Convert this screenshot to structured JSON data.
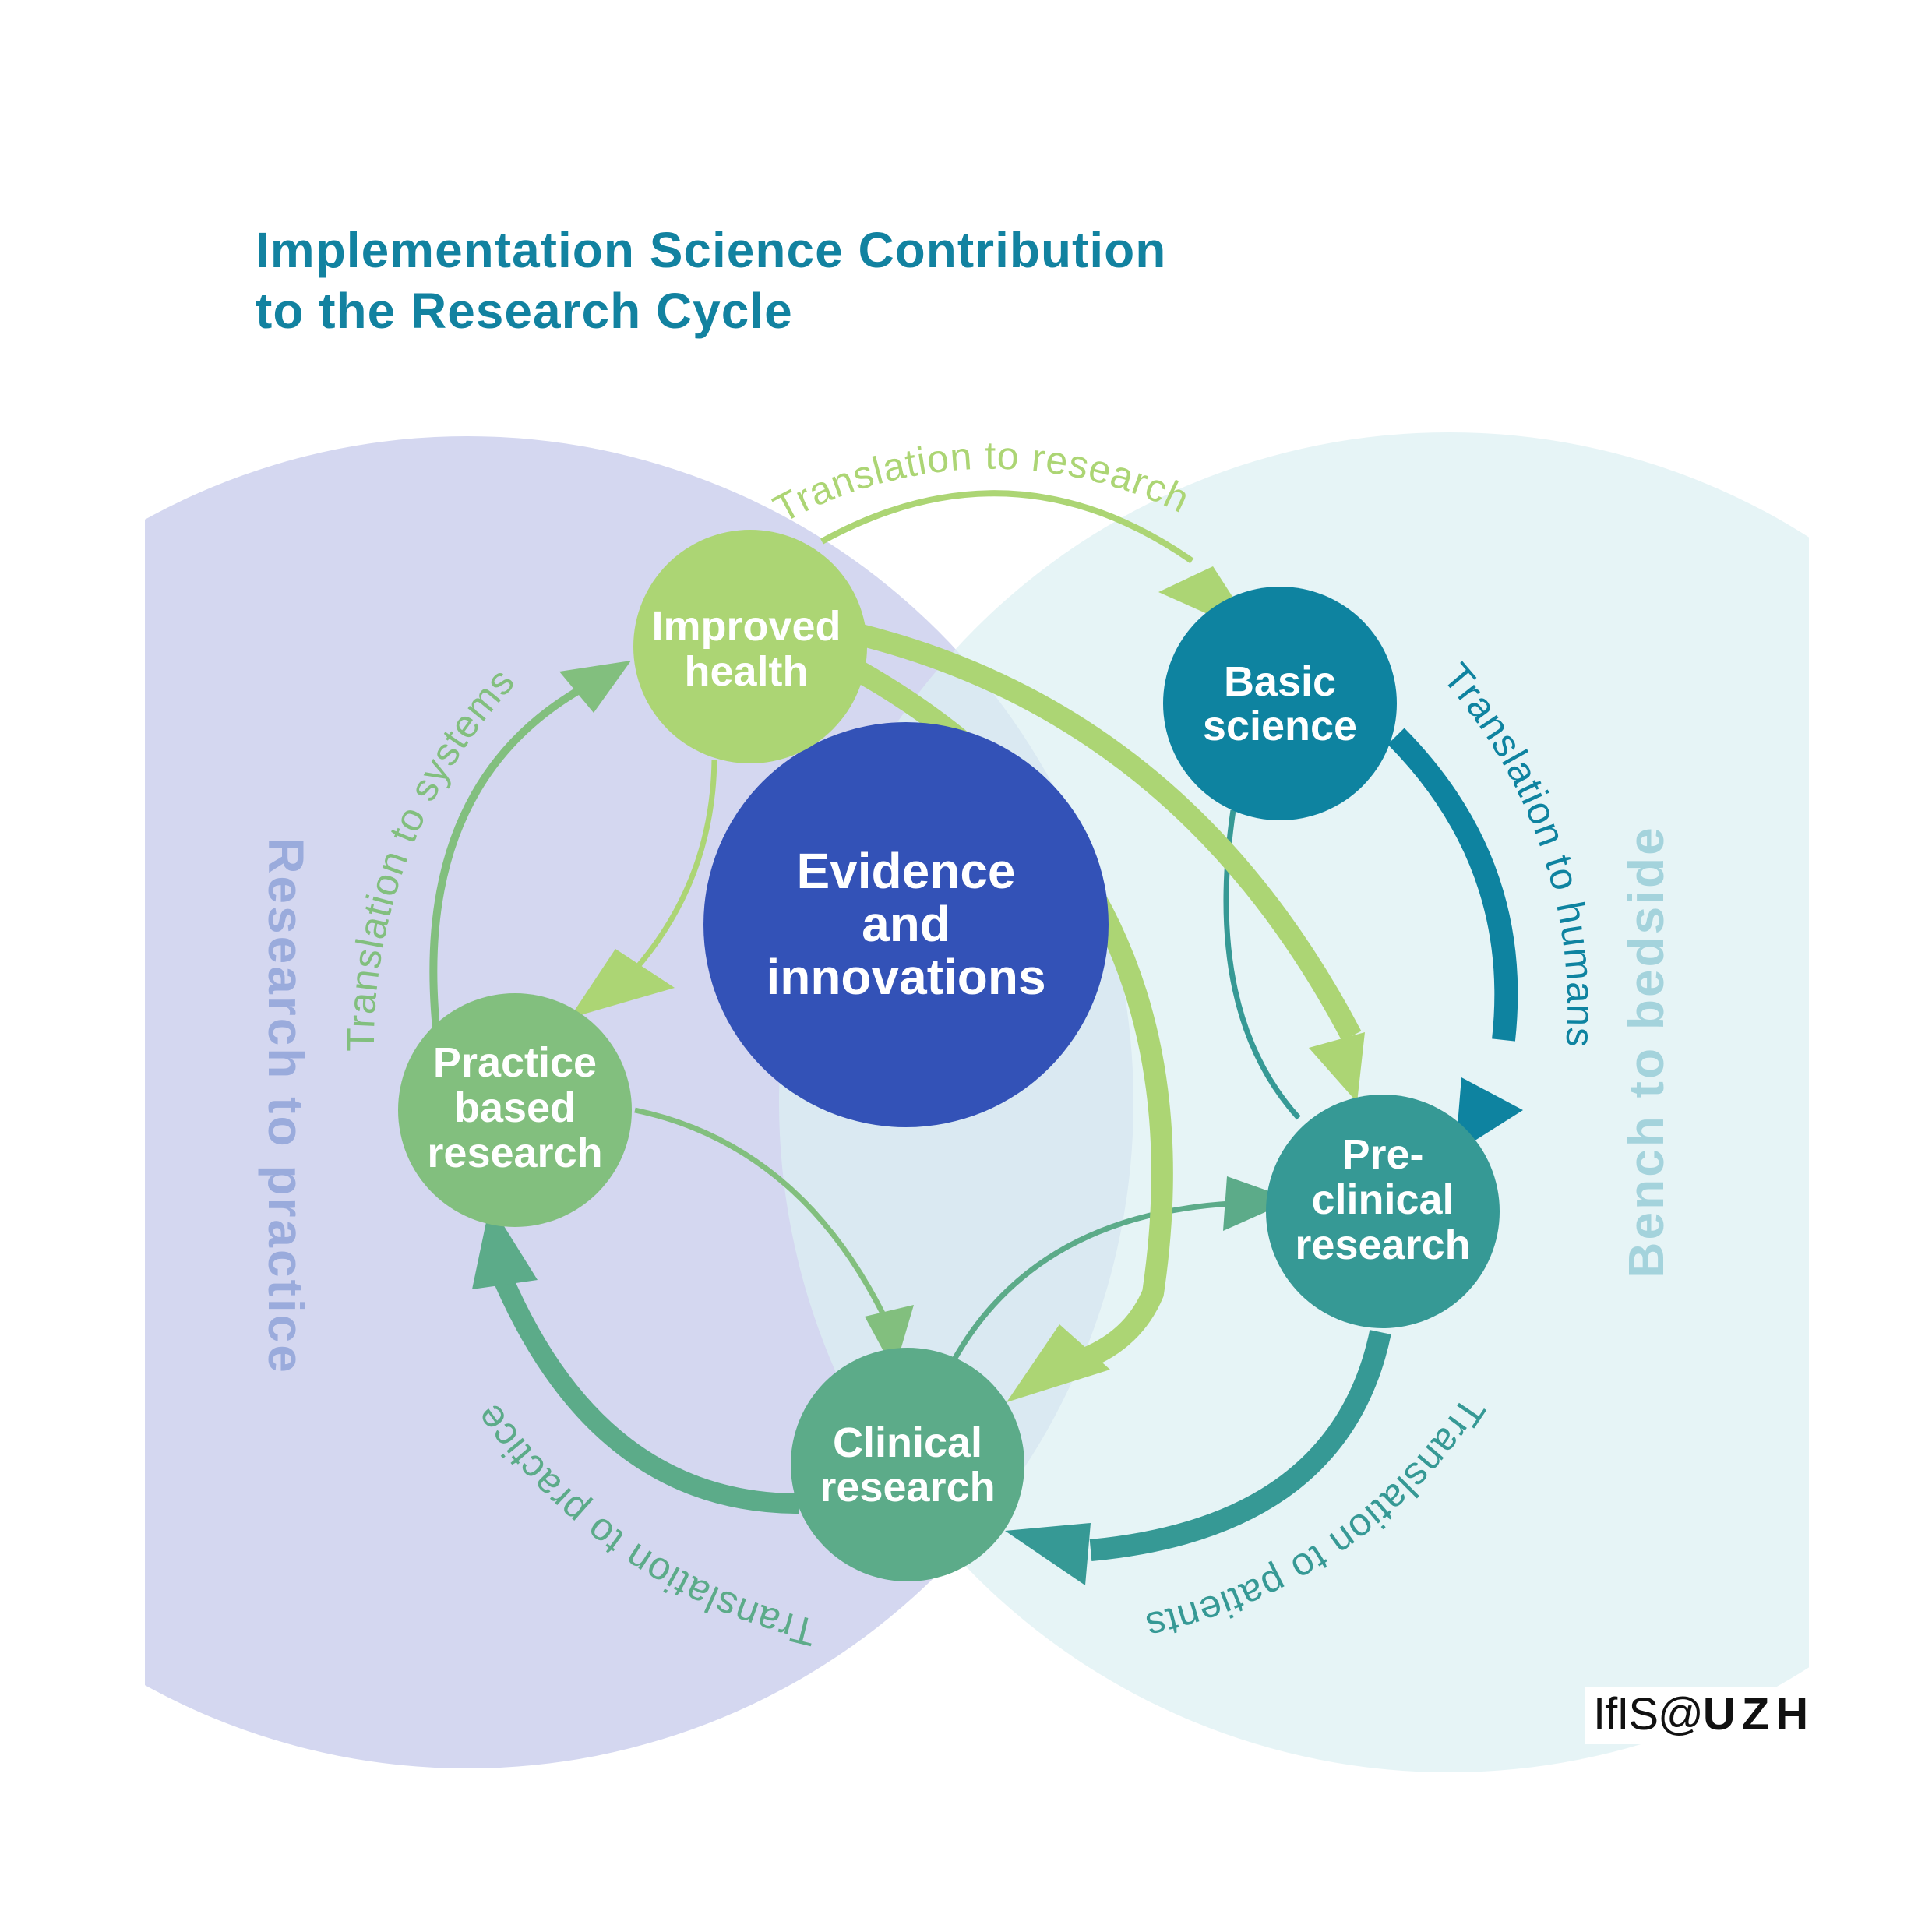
{
  "title": {
    "line1": "Implementation Science Contribution",
    "line2": "to the Research Cycle"
  },
  "regions": {
    "left": {
      "label": "Research to practice",
      "fill": "#d4d7f0",
      "text_color": "#9aabdc"
    },
    "right": {
      "label": "Bench to bedside",
      "fill": "#dcf0f3",
      "text_color": "#a4d3dc"
    }
  },
  "center": {
    "lines": [
      "Evidence",
      "and",
      "innovations"
    ],
    "color": "#3352b7"
  },
  "nodes": {
    "improved_health": {
      "lines": [
        "Improved",
        "health"
      ],
      "color": "#acd574"
    },
    "basic_science": {
      "lines": [
        "Basic",
        "science"
      ],
      "color": "#0e83a0"
    },
    "preclinical": {
      "lines": [
        "Pre-",
        "clinical",
        "research"
      ],
      "color": "#369995"
    },
    "clinical": {
      "lines": [
        "Clinical",
        "research"
      ],
      "color": "#5cab89"
    },
    "practice_based": {
      "lines": [
        "Practice",
        "based",
        "research"
      ],
      "color": "#82bf7e"
    }
  },
  "translations": {
    "to_research": {
      "label": "Translation to research",
      "color": "#acd574"
    },
    "to_humans": {
      "label": "Translation to humans",
      "color": "#0e83a0"
    },
    "to_patients": {
      "label": "Translation to patients",
      "color": "#369995"
    },
    "to_practice": {
      "label": "Translation to practice",
      "color": "#5cab89"
    },
    "to_systems": {
      "label": "Translation to systems",
      "color": "#82bf7e"
    }
  },
  "logo": {
    "prefix": "IfIS@",
    "suffix": "UZH"
  }
}
